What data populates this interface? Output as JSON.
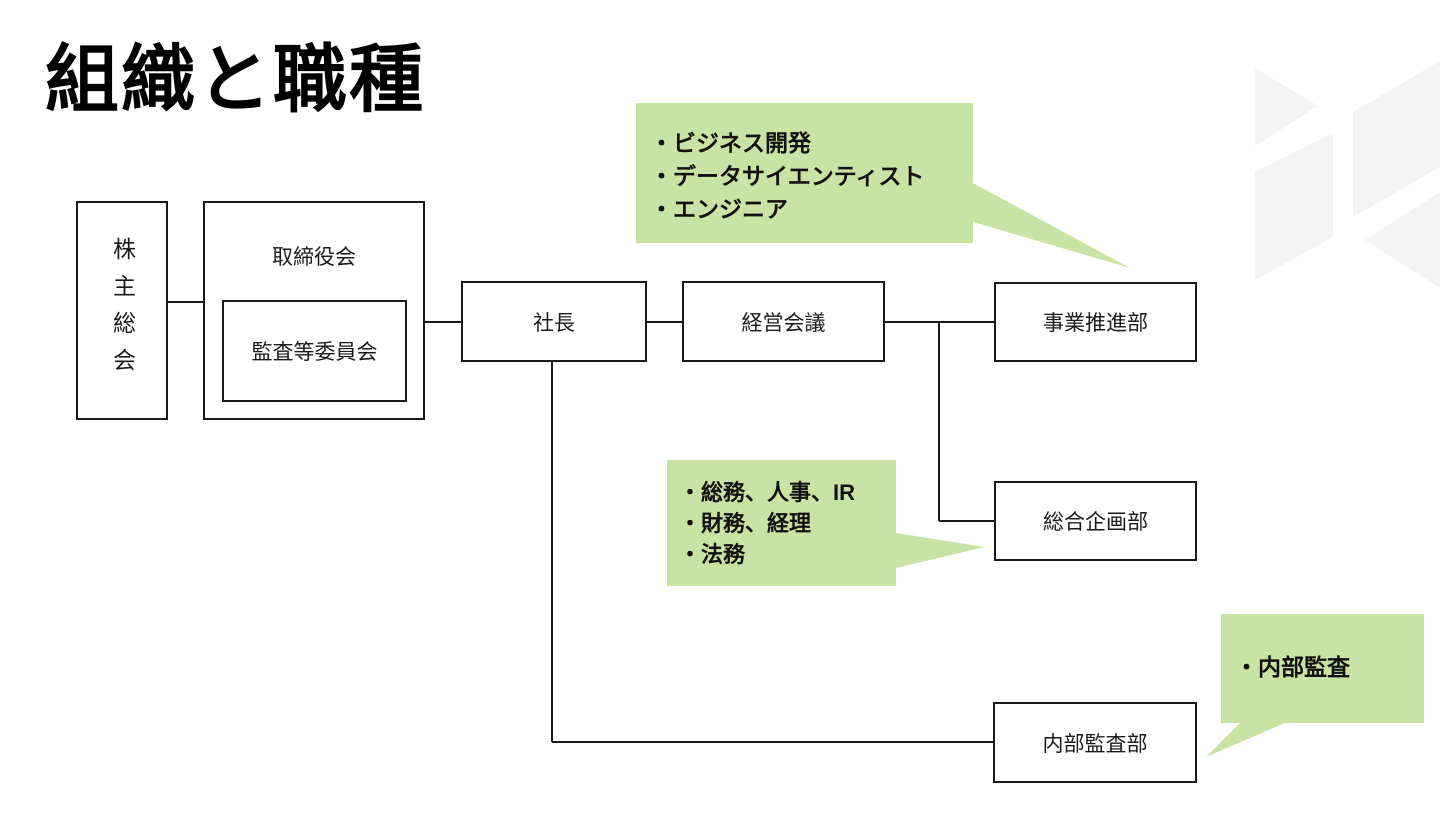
{
  "slide": {
    "title": "組織と職種"
  },
  "colors": {
    "callout_green": "#c8e3a3",
    "connector_line": "#1a1a1a",
    "box_border": "#1a1a1a",
    "watermark_gray": "#f3f3f3",
    "text": "#000000"
  },
  "boxes": {
    "shareholders": "株主総会",
    "board": "取締役会",
    "audit_committee": "監査等委員会",
    "president": "社長",
    "management_meeting": "経営会議",
    "business_promotion": "事業推進部",
    "general_planning": "総合企画部",
    "internal_audit": "内部監査部"
  },
  "callouts": {
    "business": {
      "lines": [
        "・ビジネス開発",
        "・データサイエンティスト",
        "・エンジニア"
      ],
      "points_to": "事業推進部"
    },
    "corporate": {
      "lines": [
        "・総務、人事、IR",
        "・財務、経理",
        "・法務"
      ],
      "points_to": "総合企画部"
    },
    "audit": {
      "lines": [
        "・内部監査"
      ],
      "points_to": "内部監査部"
    }
  },
  "icons": {
    "watermark": "chevron-pattern-logo"
  }
}
